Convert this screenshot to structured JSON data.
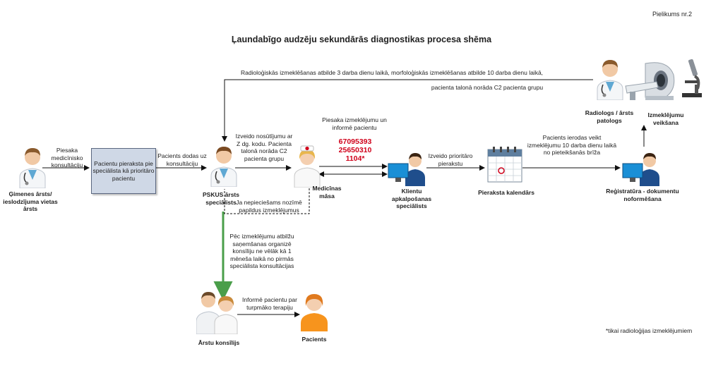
{
  "appendix": "Pielikums nr.2",
  "title": "Ļaundabīgo audzēju sekundārās diagnostikas procesa shēma",
  "top_flow": {
    "line1": "Radioloģiskās izmeklēšanas atbilde 3 darba dienu laikā, morfoloģiskās izmeklēšanas atbilde 10 darba dienu laikā,",
    "line2": "pacienta talonā norāda C2 pacienta grupu"
  },
  "nodes": {
    "family_doctor": "Ģimenes ārsts/ ieslodzījuma vietas ārsts",
    "pskus": "PSKUS ārsts speciālists",
    "nurse": "Medicīnas māsa",
    "client": "Klientu apkalpošanas speciālists",
    "calendar": "Pieraksta kalendārs",
    "registry": "Reģistratūra - dokumentu noformēšana",
    "radiologist": "Radiologs / ārsts patologs",
    "exam": "Izmeklējumu veikšana",
    "council": "Ārstu konsīlijs",
    "patients": "Pacients"
  },
  "process_box": "Pacientu pieraksta pie speciālista kā prioritāro pacientu",
  "labels": {
    "apply_consult": "Piesaka medicīnisko konsultāciju",
    "patient_goes": "Pacients dodas uz konsultāciju",
    "referral": "Izveido nosūtījumu ar Z dg. kodu. Pacienta talonā norāda C2 pacienta grupu",
    "if_needed": "Ja nepieciešams nozīmē papildus izmeklējumus",
    "registers": "Piesaka izmeklējumu un informē pacientu",
    "phones": [
      "67095393",
      "25650310",
      "1104*"
    ],
    "priority": "Izveido prioritāro pierakstu",
    "arrives": "Pacients ierodas veikt izmeklējumu 10 darba dienu laikā no pieteikšanās brīža",
    "council_org": "Pēc izmeklējumu atbilžu saņemšanas organizē konsīliju ne vēlāk kā 1 mēneša laikā no pirmās speciālista konsultācijas",
    "inform": "Informē pacientu par turpmāko terapiju"
  },
  "footnote": "*tikai radioloģijas izmeklējumiem",
  "icons": [
    "doctor-icon",
    "nurse-icon",
    "operator-icon",
    "calendar-icon",
    "ct-scanner-icon",
    "microscope-icon",
    "patient-icon",
    "council-icon"
  ]
}
